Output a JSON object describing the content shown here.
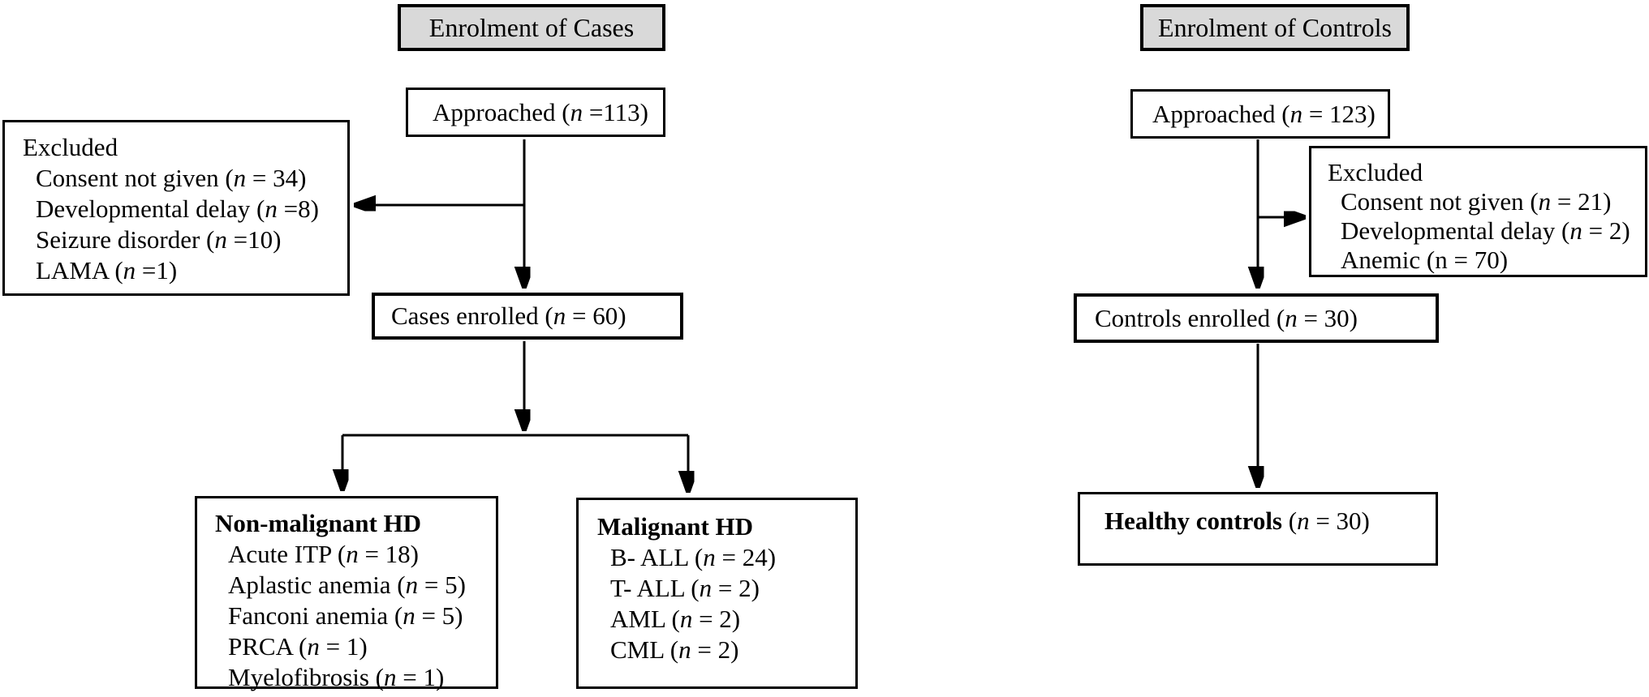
{
  "colors": {
    "header_fill": "#d9d9d9",
    "border": "#000000",
    "line": "#000000",
    "background": "#ffffff",
    "text": "#000000"
  },
  "cases": {
    "header": "Enrolment of Cases",
    "approached": {
      "pre": "Approached (",
      "var": "n",
      "post": " =113)"
    },
    "excluded": {
      "title": "Excluded",
      "items": [
        {
          "pre": "Consent not given (",
          "var": "n",
          "post": " = 34)"
        },
        {
          "pre": "Developmental delay (",
          "var": "n",
          "post": " =8)"
        },
        {
          "pre": "Seizure disorder (",
          "var": "n",
          "post": " =10)"
        },
        {
          "pre": "LAMA (",
          "var": "n",
          "post": " =1)"
        }
      ]
    },
    "enrolled": {
      "pre": "Cases enrolled (",
      "var": "n",
      "post": " = 60)"
    },
    "non_malignant": {
      "title": "Non-malignant HD",
      "items": [
        {
          "pre": "Acute ITP (",
          "var": "n",
          "post": " = 18)"
        },
        {
          "pre": "Aplastic anemia (",
          "var": "n",
          "post": " = 5)"
        },
        {
          "pre": "Fanconi anemia (",
          "var": "n",
          "post": " = 5)"
        },
        {
          "pre": "PRCA (",
          "var": "n",
          "post": " = 1)"
        },
        {
          "pre": "Myelofibrosis (",
          "var": "n",
          "post": " = 1)"
        }
      ]
    },
    "malignant": {
      "title": "Malignant HD",
      "items": [
        {
          "pre": "B- ALL (",
          "var": "n",
          "post": " = 24)"
        },
        {
          "pre": "T- ALL (",
          "var": "n",
          "post": " = 2)"
        },
        {
          "pre": "AML (",
          "var": "n",
          "post": " = 2)"
        },
        {
          "pre": "CML (",
          "var": "n",
          "post": " = 2)"
        }
      ]
    }
  },
  "controls": {
    "header": "Enrolment of Controls",
    "approached": {
      "pre": "Approached (",
      "var": "n",
      "post": " = 123)"
    },
    "excluded": {
      "title": "Excluded",
      "items": [
        {
          "pre": "Consent not given (",
          "var": "n",
          "post": " = 21)"
        },
        {
          "pre": "Developmental delay (",
          "var": "n",
          "post": " = 2)"
        },
        {
          "pre": "Anemic (n = 70)",
          "var": "",
          "post": ""
        }
      ]
    },
    "enrolled": {
      "pre": "Controls enrolled (",
      "var": "n",
      "post": " = 30)"
    },
    "healthy": {
      "bold": "Healthy controls",
      "pre": " (",
      "var": "n",
      "post": " = 30)"
    }
  }
}
